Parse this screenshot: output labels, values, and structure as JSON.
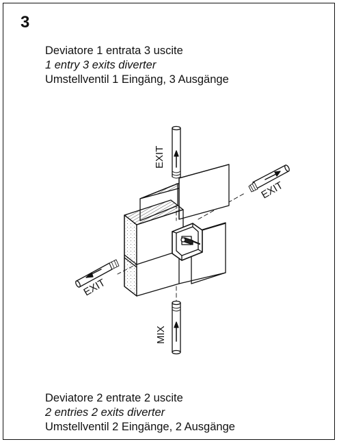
{
  "figure_number": "3",
  "caption_top": {
    "italian": "Deviatore 1 entrata 3 uscite",
    "english": "1 entry 3 exits diverter",
    "german": "Umstellventil 1 Eingäng, 3 Ausgänge"
  },
  "caption_bottom": {
    "italian": "Deviatore 2 entrate 2 uscite",
    "english": "2 entries 2 exits diverter",
    "german": "Umstellventil 2 Eingänge, 2 Ausgänge"
  },
  "diagram": {
    "label_top": "EXIT",
    "label_right": "EXIT",
    "label_left": "EXIT",
    "label_bottom": "MIX"
  }
}
